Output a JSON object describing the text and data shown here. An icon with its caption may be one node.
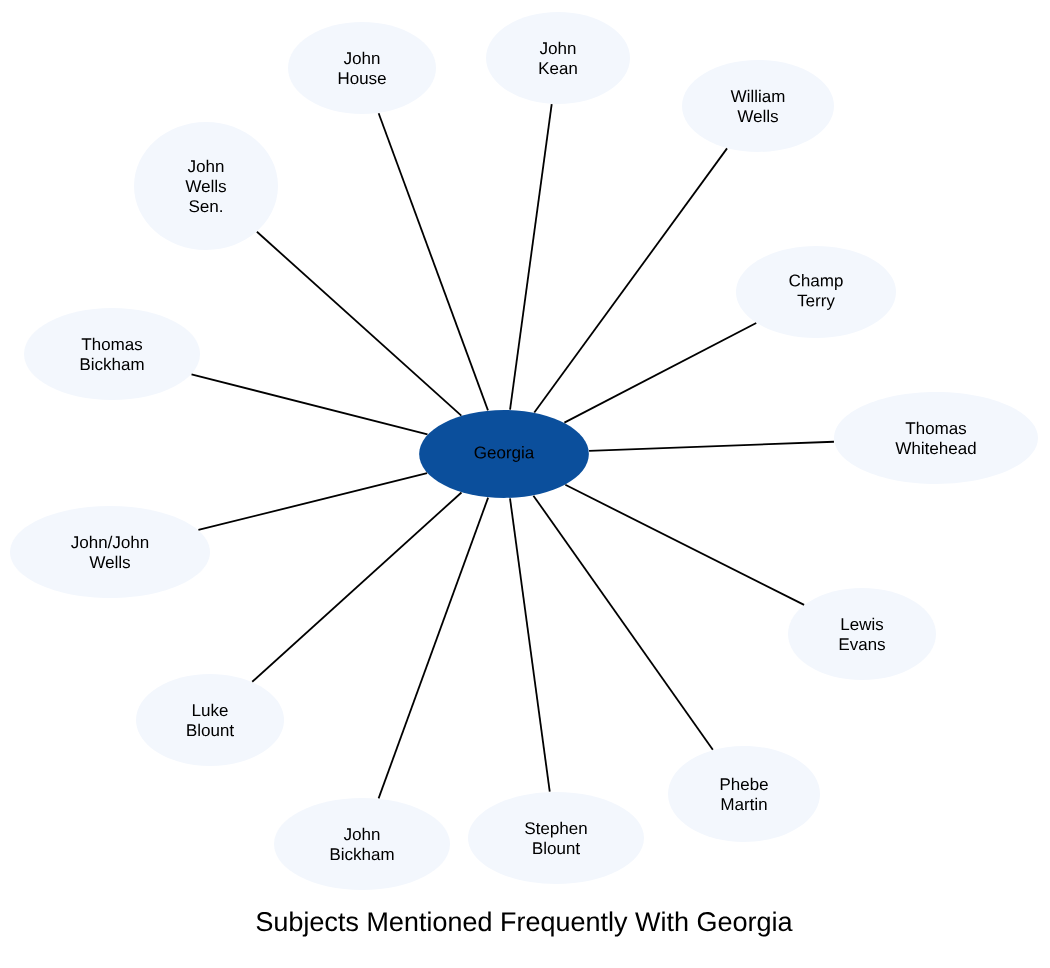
{
  "diagram": {
    "title": "Subjects Mentioned Frequently With Georgia",
    "nodes": [
      {
        "text": [
          "Georgia"
        ]
      },
      {
        "text": [
          "John House"
        ]
      },
      {
        "text": [
          "John Kean"
        ]
      },
      {
        "text": [
          "William Wells"
        ]
      },
      {
        "text": [
          "Champ Terry"
        ]
      },
      {
        "text": [
          "Thomas Whitehead"
        ]
      },
      {
        "text": [
          "Lewis Evans"
        ]
      },
      {
        "text": [
          "Phebe Martin"
        ]
      },
      {
        "text": [
          "Stephen Blount"
        ]
      },
      {
        "text": [
          "John Bickham"
        ]
      },
      {
        "text": [
          "Luke Blount"
        ]
      },
      {
        "text": [
          "John/John Wells"
        ]
      },
      {
        "text": [
          "Thomas Bickham"
        ]
      },
      {
        "text": [
          "John Wells Sen."
        ]
      }
    ],
    "edges": [
      {
        "from": 0,
        "to": 1,
        "arrow": "none"
      },
      {
        "from": 0,
        "to": 2,
        "arrow": "none"
      },
      {
        "from": 0,
        "to": 3,
        "arrow": "none"
      },
      {
        "from": 0,
        "to": 4,
        "arrow": "none"
      },
      {
        "from": 0,
        "to": 5,
        "arrow": "none"
      },
      {
        "from": 0,
        "to": 6,
        "arrow": "none"
      },
      {
        "from": 0,
        "to": 7,
        "arrow": "none"
      },
      {
        "from": 0,
        "to": 8,
        "arrow": "none"
      },
      {
        "from": 0,
        "to": 9,
        "arrow": "none"
      },
      {
        "from": 0,
        "to": 10,
        "arrow": "none"
      },
      {
        "from": 0,
        "to": 11,
        "arrow": "none"
      },
      {
        "from": 0,
        "to": 12,
        "arrow": "none"
      },
      {
        "from": 0,
        "to": 13,
        "arrow": "none"
      }
    ]
  }
}
